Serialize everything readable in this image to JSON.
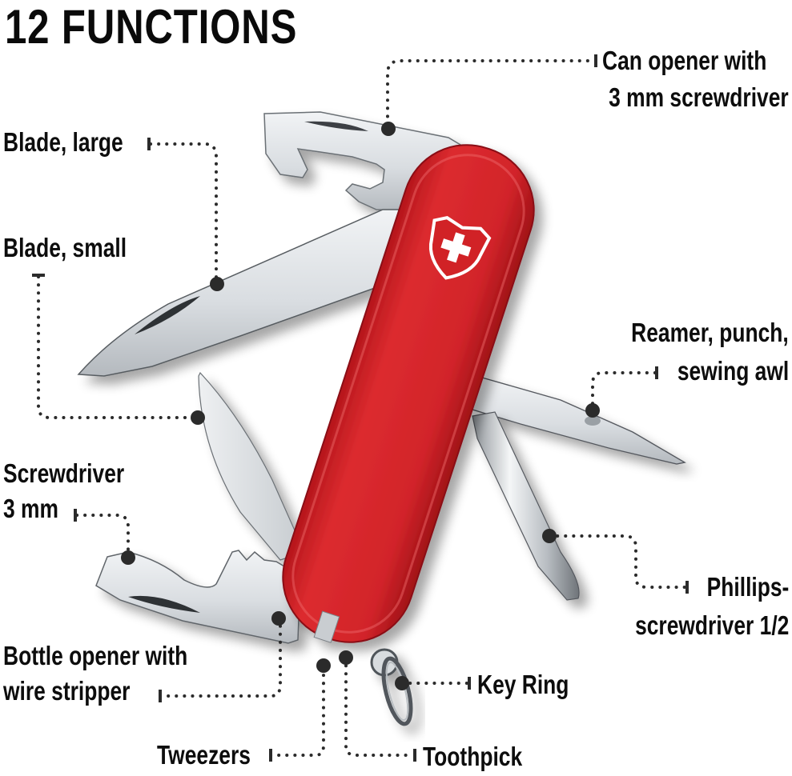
{
  "title": "12 FUNCTIONS",
  "colors": {
    "handle_red": "#d7262a",
    "handle_dark": "#a81419",
    "steel_light": "#e4e7ea",
    "steel_mid": "#b9bec3",
    "steel_dark": "#5d6166",
    "callout_dot": "#2b2b2b",
    "text": "#0d0d0d"
  },
  "callouts": [
    {
      "id": "can-opener",
      "lines": [
        "Can opener with",
        "3 mm screwdriver"
      ]
    },
    {
      "id": "blade-large",
      "lines": [
        "Blade, large"
      ]
    },
    {
      "id": "blade-small",
      "lines": [
        "Blade, small"
      ]
    },
    {
      "id": "reamer",
      "lines": [
        "Reamer, punch,",
        "sewing awl"
      ]
    },
    {
      "id": "screwdriver-3mm",
      "lines": [
        "Screwdriver",
        "3 mm"
      ]
    },
    {
      "id": "phillips",
      "lines": [
        "Phillips-",
        "screwdriver 1/2"
      ]
    },
    {
      "id": "bottle-opener",
      "lines": [
        "Bottle opener with",
        "wire stripper"
      ]
    },
    {
      "id": "key-ring",
      "lines": [
        "Key Ring"
      ]
    },
    {
      "id": "tweezers",
      "lines": [
        "Tweezers"
      ]
    },
    {
      "id": "toothpick",
      "lines": [
        "Toothpick"
      ]
    }
  ]
}
